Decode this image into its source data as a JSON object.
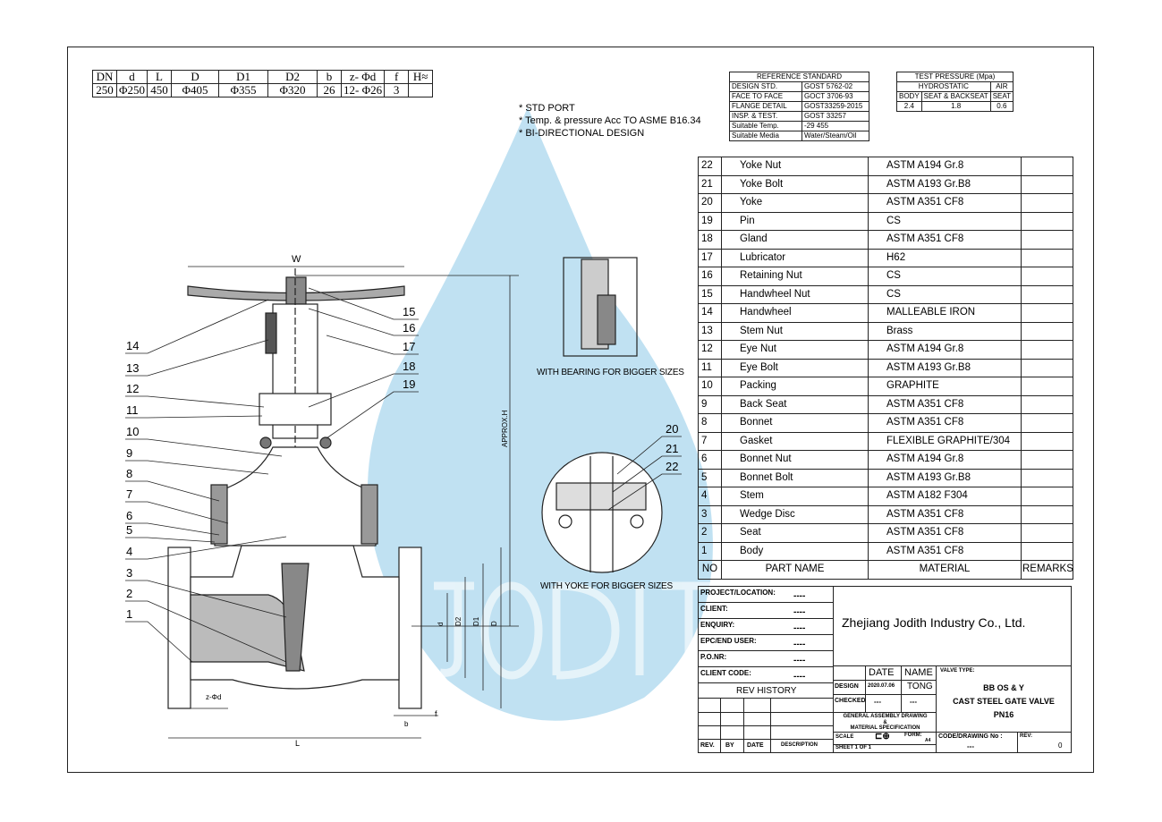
{
  "dimensions": {
    "headers": [
      "DN",
      "d",
      "L",
      "D",
      "D1",
      "D2",
      "b",
      "z- Φd",
      "f",
      "H≈"
    ],
    "values": [
      "250",
      "Φ250",
      "450",
      "Φ405",
      "Φ355",
      "Φ320",
      "26",
      "12- Φ26",
      "3",
      ""
    ]
  },
  "reference_standard": {
    "title": "REFERENCE STANDARD",
    "rows": [
      [
        "DESIGN STD.",
        "GOST 5762-02"
      ],
      [
        "FACE TO FACE",
        "GOCT 3706-93"
      ],
      [
        "FLANGE DETAIL",
        "GOST33259-2015"
      ],
      [
        "INSP. & TEST.",
        "GOST 33257"
      ],
      [
        "Suitable Temp.",
        "-29    455"
      ],
      [
        "Suitable Media",
        "Water/Steam/Oil"
      ]
    ]
  },
  "test_pressure": {
    "title": "TEST PRESSURE (Mpa)",
    "hydrostatic": "HYDROSTATIC",
    "air": "AIR",
    "body": "BODY",
    "seat_backseat": "SEAT & BACKSEAT",
    "seat": "SEAT",
    "values": [
      "2.4",
      "1.8",
      "0.6"
    ]
  },
  "notes": [
    "*   STD PORT",
    "*   Temp. & pressure Acc TO ASME B16.34",
    "*   BI-DIRECTIONAL DESIGN"
  ],
  "parts": {
    "headers": [
      "NO",
      "PART NAME",
      "MATERIAL",
      "REMARKS"
    ],
    "rows": [
      [
        "22",
        "Yoke Nut",
        "ASTM A194 Gr.8"
      ],
      [
        "21",
        "Yoke Bolt",
        "ASTM A193 Gr.B8"
      ],
      [
        "20",
        "Yoke",
        "ASTM A351 CF8"
      ],
      [
        "19",
        "Pin",
        "CS"
      ],
      [
        "18",
        "Gland",
        "ASTM A351 CF8"
      ],
      [
        "17",
        "Lubricator",
        "H62"
      ],
      [
        "16",
        "Retaining Nut",
        "CS"
      ],
      [
        "15",
        "Handwheel Nut",
        "CS"
      ],
      [
        "14",
        "Handwheel",
        "MALLEABLE IRON"
      ],
      [
        "13",
        "Stem Nut",
        "Brass"
      ],
      [
        "12",
        "Eye Nut",
        "ASTM A194 Gr.8"
      ],
      [
        "11",
        "Eye Bolt",
        "ASTM A193 Gr.B8"
      ],
      [
        "10",
        "Packing",
        "GRAPHITE"
      ],
      [
        "9",
        "Back Seat",
        "ASTM A351 CF8"
      ],
      [
        "8",
        "Bonnet",
        "ASTM A351 CF8"
      ],
      [
        "7",
        "Gasket",
        "FLEXIBLE GRAPHITE/304"
      ],
      [
        "6",
        "Bonnet Nut",
        "ASTM A194 Gr.8"
      ],
      [
        "5",
        "Bonnet Bolt",
        "ASTM A193 Gr.B8"
      ],
      [
        "4",
        "Stem",
        "ASTM A182 F304"
      ],
      [
        "3",
        "Wedge Disc",
        "ASTM A351 CF8"
      ],
      [
        "2",
        "Seat",
        "ASTM A351 CF8"
      ],
      [
        "1",
        "Body",
        "ASTM A351 CF8"
      ]
    ]
  },
  "title_block": {
    "fields": [
      [
        "PROJECT/LOCATION:",
        "----"
      ],
      [
        "CLIENT:",
        "----"
      ],
      [
        "ENQUIRY:",
        "----"
      ],
      [
        "EPC/END USER:",
        "----"
      ],
      [
        "P.O.NR:",
        "----"
      ],
      [
        "CLIENT CODE:",
        "----"
      ]
    ],
    "company": "Zhejiang Jodith Industry Co., Ltd.",
    "rev_history": "REV HISTORY",
    "rev_cols": [
      "REV.",
      "BY",
      "DATE",
      "DESCRIPTION"
    ],
    "date_label": "DATE",
    "name_label": "NAME",
    "design": "DESIGN",
    "design_date": "2020.07.06",
    "design_name": "TONG",
    "checked": "CHECKED",
    "checked_date": "---",
    "checked_name": "---",
    "drawing_desc": [
      "GENERAL ASSEMBLY DRAWING",
      "&",
      "MATERIAL SPECIFICATION"
    ],
    "scale": "SCALE",
    "form": "FORM:",
    "form_val": "A4",
    "sheet": "SHEET   1   OF   1",
    "valve_type_label": "VALVE TYPE:",
    "valve_type": [
      "BB OS & Y",
      "CAST STEEL GATE VALVE",
      "PN16"
    ],
    "code_label": "CODE/DRAWING No :",
    "code": "---",
    "rev_label": "REV:",
    "rev": "0"
  },
  "drawing": {
    "callouts_left": [
      "14",
      "13",
      "12",
      "11",
      "10",
      "9",
      "8",
      "7",
      "6",
      "5",
      "4",
      "3",
      "2",
      "1"
    ],
    "callouts_right": [
      "15",
      "16",
      "17",
      "18",
      "19"
    ],
    "callouts_detail": [
      "20",
      "21",
      "22"
    ],
    "dim_labels": {
      "w": "W",
      "h": "APPROX.H",
      "d": "d",
      "d2": "D2",
      "d1": "D1",
      "dd": "D",
      "f": "f",
      "l": "L",
      "b": "b",
      "zd": "z-Φd"
    },
    "caption_bearing": "WITH BEARING FOR BIGGER SIZES",
    "caption_yoke": "WITH YOKE FOR BIGGER SIZES"
  },
  "watermark": "JODITH"
}
